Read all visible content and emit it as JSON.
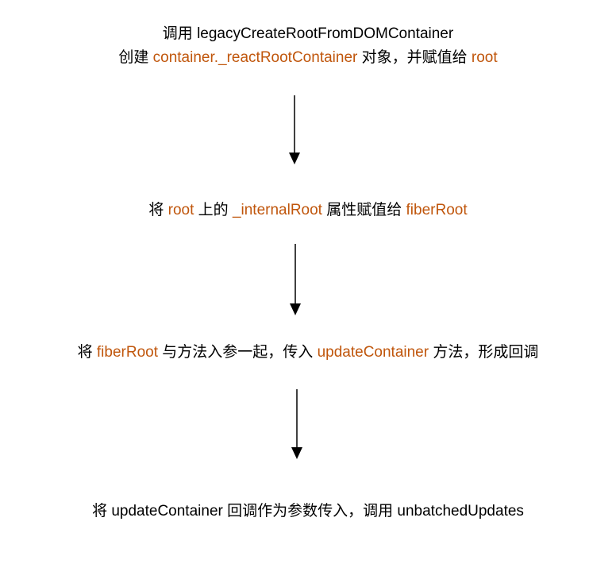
{
  "colors": {
    "text": "#000000",
    "highlight": "#c0560c",
    "arrow": "#000000"
  },
  "steps": [
    {
      "lines": [
        [
          {
            "text": "调用 legacyCreateRootFromDOMContainer",
            "hl": false
          }
        ],
        [
          {
            "text": "创建 ",
            "hl": false
          },
          {
            "text": "container._reactRootContainer",
            "hl": true
          },
          {
            "text": " 对象，并赋值给 ",
            "hl": false
          },
          {
            "text": "root",
            "hl": true
          }
        ]
      ]
    },
    {
      "lines": [
        [
          {
            "text": "将 ",
            "hl": false
          },
          {
            "text": "root",
            "hl": true
          },
          {
            "text": " 上的 ",
            "hl": false
          },
          {
            "text": "_internalRoot",
            "hl": true
          },
          {
            "text": " 属性赋值给 ",
            "hl": false
          },
          {
            "text": "fiberRoot",
            "hl": true
          }
        ]
      ]
    },
    {
      "lines": [
        [
          {
            "text": "将 ",
            "hl": false
          },
          {
            "text": "fiberRoot",
            "hl": true
          },
          {
            "text": " 与方法入参一起，传入 ",
            "hl": false
          },
          {
            "text": "updateContainer",
            "hl": true
          },
          {
            "text": " 方法，形成回调",
            "hl": false
          }
        ]
      ]
    },
    {
      "lines": [
        [
          {
            "text": "将 updateContainer 回调作为参数传入，调用 unbatchedUpdates",
            "hl": false
          }
        ]
      ]
    }
  ]
}
